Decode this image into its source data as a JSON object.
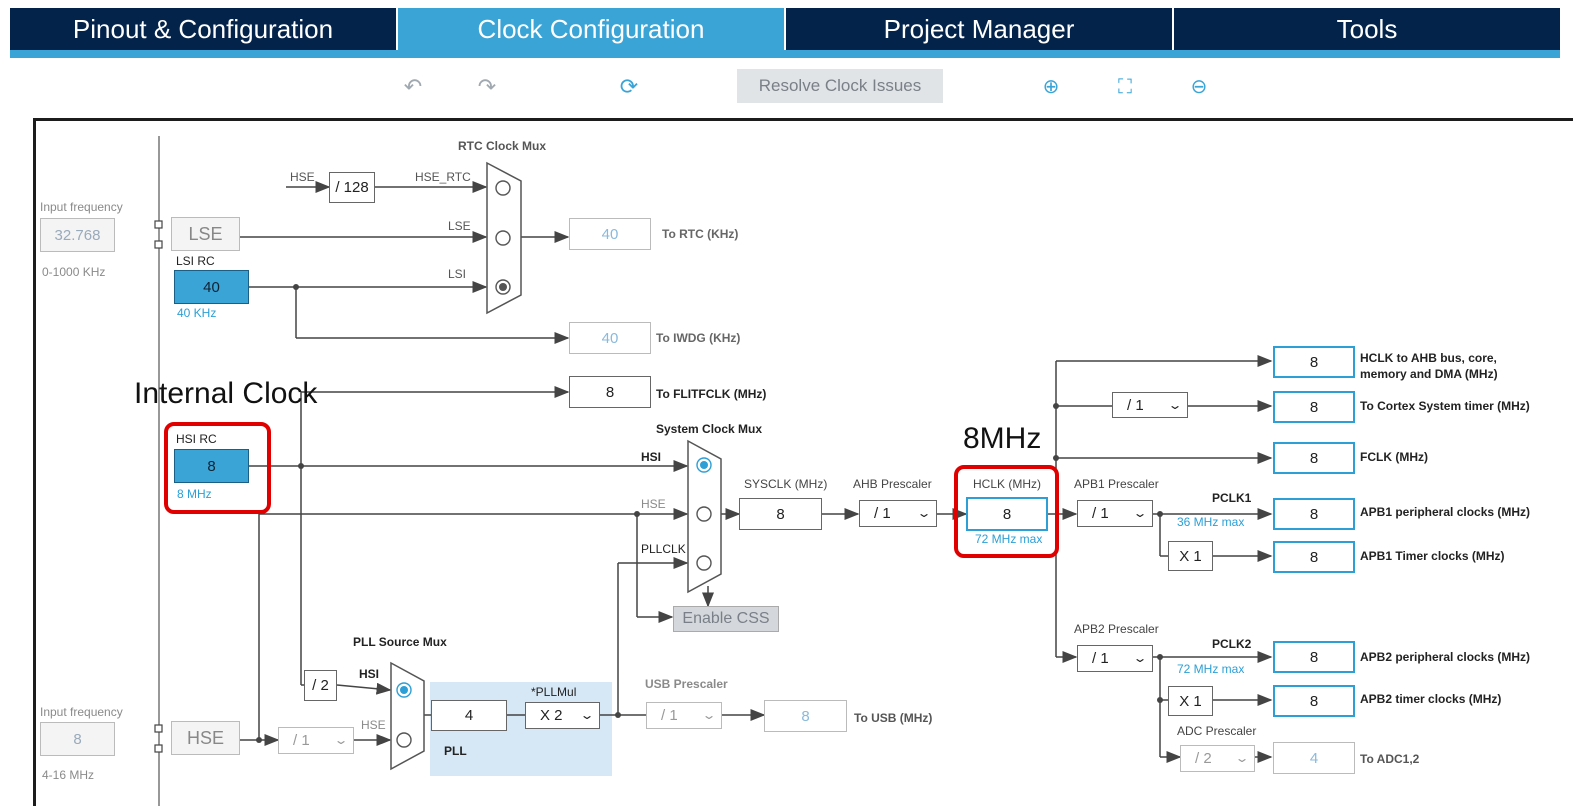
{
  "tabs": [
    {
      "label": "Pinout & Configuration"
    },
    {
      "label": "Clock Configuration"
    },
    {
      "label": "Project Manager"
    },
    {
      "label": "Tools"
    }
  ],
  "toolbar": {
    "undo_icon": "undo-icon",
    "redo_icon": "redo-icon",
    "reset_icon": "reset-icon",
    "resolve_label": "Resolve Clock Issues",
    "zoom_in_icon": "zoom-in-icon",
    "fit_icon": "fit-to-screen-icon",
    "zoom_out_icon": "zoom-out-icon"
  },
  "accent": "#3aa4d7",
  "nav_color": "#03234b",
  "highlight_color": "#e00000",
  "lse": {
    "freq_label": "Input frequency",
    "freq_value": "32.768",
    "range": "0-1000 KHz",
    "name": "LSE"
  },
  "lsi": {
    "name": "LSI RC",
    "value": "40",
    "unit": "40 KHz"
  },
  "hsi": {
    "name": "HSI RC",
    "value": "8",
    "unit": "8 MHz"
  },
  "hse": {
    "freq_label": "Input frequency",
    "freq_value": "8",
    "range": "4-16 MHz",
    "name": "HSE",
    "prediv": "/ 1"
  },
  "rtc": {
    "mux_label": "RTC Clock Mux",
    "hse_in": "HSE",
    "div128": "/ 128",
    "hse_rtc": "HSE_RTC",
    "lse_in": "LSE",
    "lsi_in": "LSI",
    "out_value": "40",
    "out_label": "To RTC (KHz)"
  },
  "iwdg": {
    "value": "40",
    "label": "To IWDG (KHz)"
  },
  "flit": {
    "value": "8",
    "label": "To FLITFCLK (MHz)"
  },
  "sysmux": {
    "label": "System Clock Mux",
    "hsi": "HSI",
    "hse": "HSE",
    "pllclk": "PLLCLK"
  },
  "sysclk": {
    "label": "SYSCLK (MHz)",
    "value": "8"
  },
  "ahb": {
    "label": "AHB Prescaler",
    "value": "/ 1"
  },
  "hclk": {
    "label": "HCLK (MHz)",
    "value": "8",
    "max": "72 MHz max"
  },
  "css": {
    "label": "Enable CSS"
  },
  "pllsrc": {
    "label": "PLL Source Mux",
    "div2": "/ 2",
    "hsi": "HSI",
    "hse": "HSE"
  },
  "pll": {
    "label": "PLL",
    "value": "4",
    "mul_label": "*PLLMul",
    "mul": "X 2"
  },
  "usb": {
    "label": "USB Prescaler",
    "value": "/ 1",
    "out": "8",
    "out_label": "To USB (MHz)"
  },
  "apb1": {
    "label": "APB1 Prescaler",
    "value": "/ 1",
    "pclk": "PCLK1",
    "max": "36 MHz max",
    "x": "X 1"
  },
  "apb2": {
    "label": "APB2 Prescaler",
    "value": "/ 1",
    "pclk": "PCLK2",
    "max": "72 MHz max",
    "x": "X 1"
  },
  "adc": {
    "label": "ADC Prescaler",
    "value": "/ 2",
    "out": "4",
    "out_label": "To ADC1,2"
  },
  "cortex": {
    "value": "/ 1"
  },
  "outputs": [
    {
      "value": "8",
      "label": "HCLK to AHB bus, core,",
      "label2": "memory and DMA (MHz)"
    },
    {
      "value": "8",
      "label": "To Cortex System timer (MHz)"
    },
    {
      "value": "8",
      "label": "FCLK (MHz)"
    },
    {
      "value": "8",
      "label": "APB1 peripheral clocks (MHz)"
    },
    {
      "value": "8",
      "label": "APB1 Timer clocks (MHz)"
    },
    {
      "value": "8",
      "label": "APB2 peripheral clocks (MHz)"
    },
    {
      "value": "8",
      "label": "APB2 timer clocks (MHz)"
    }
  ],
  "annotations": {
    "internal": "Internal Clock",
    "mhz": "8MHz"
  }
}
